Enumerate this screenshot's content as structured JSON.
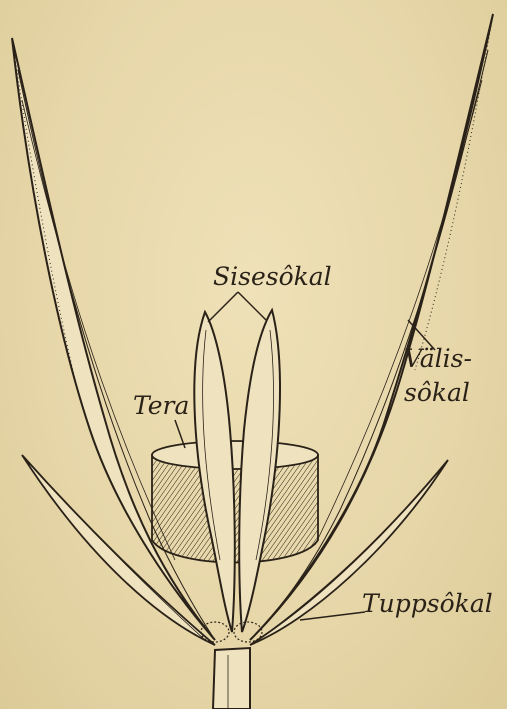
{
  "labels": {
    "sisesokal": "Sisesôkal",
    "tera": "Tera",
    "valissokal_line1": "Välis-",
    "valissokal_line2": "sôkal",
    "tuppsokal": "Tuppsôkal"
  },
  "colors": {
    "paper": "#e8d9ae",
    "ink": "#2a2218",
    "fill": "#efe3bf"
  }
}
